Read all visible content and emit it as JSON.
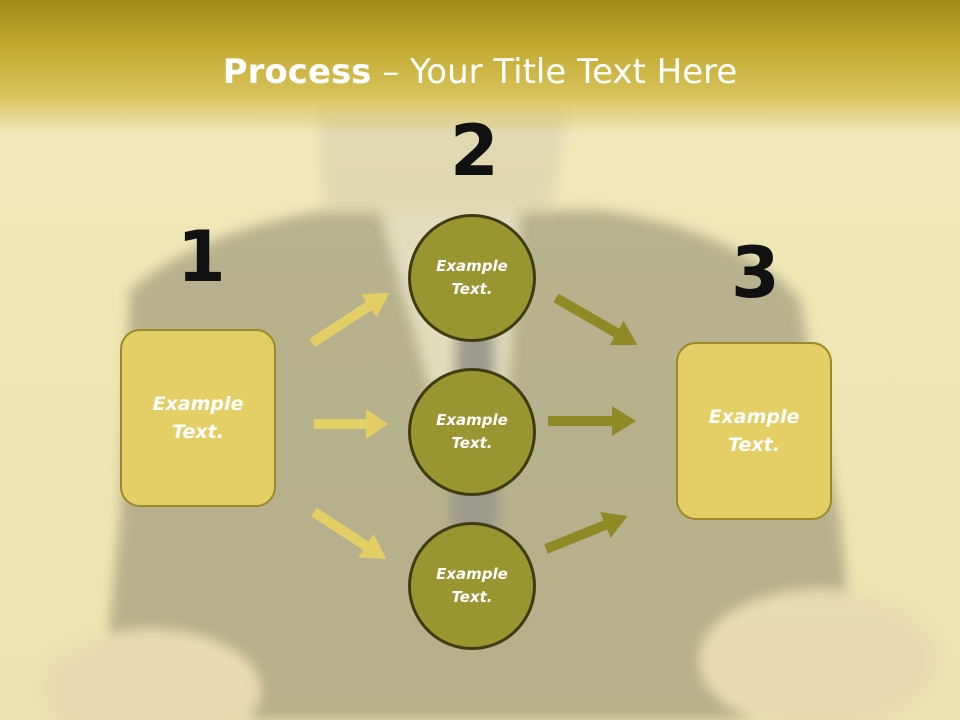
{
  "title": {
    "bold": "Process",
    "rest": " – Your Title Text Here"
  },
  "steps": [
    {
      "number": "1",
      "text": "Example Text."
    },
    {
      "number": "2",
      "text": "Example Text."
    },
    {
      "number": "3",
      "text": "Example Text."
    }
  ],
  "middle_circles": [
    {
      "text": "Example Text."
    },
    {
      "text": "Example Text."
    },
    {
      "text": "Example Text."
    }
  ],
  "colors": {
    "title_band": "#c2aa32",
    "box_fill": "#e3cf66",
    "circle_fill": "#999530",
    "left_arrows": "#e3cf66",
    "right_arrows": "#8f8a25",
    "numbers": "#111111"
  }
}
